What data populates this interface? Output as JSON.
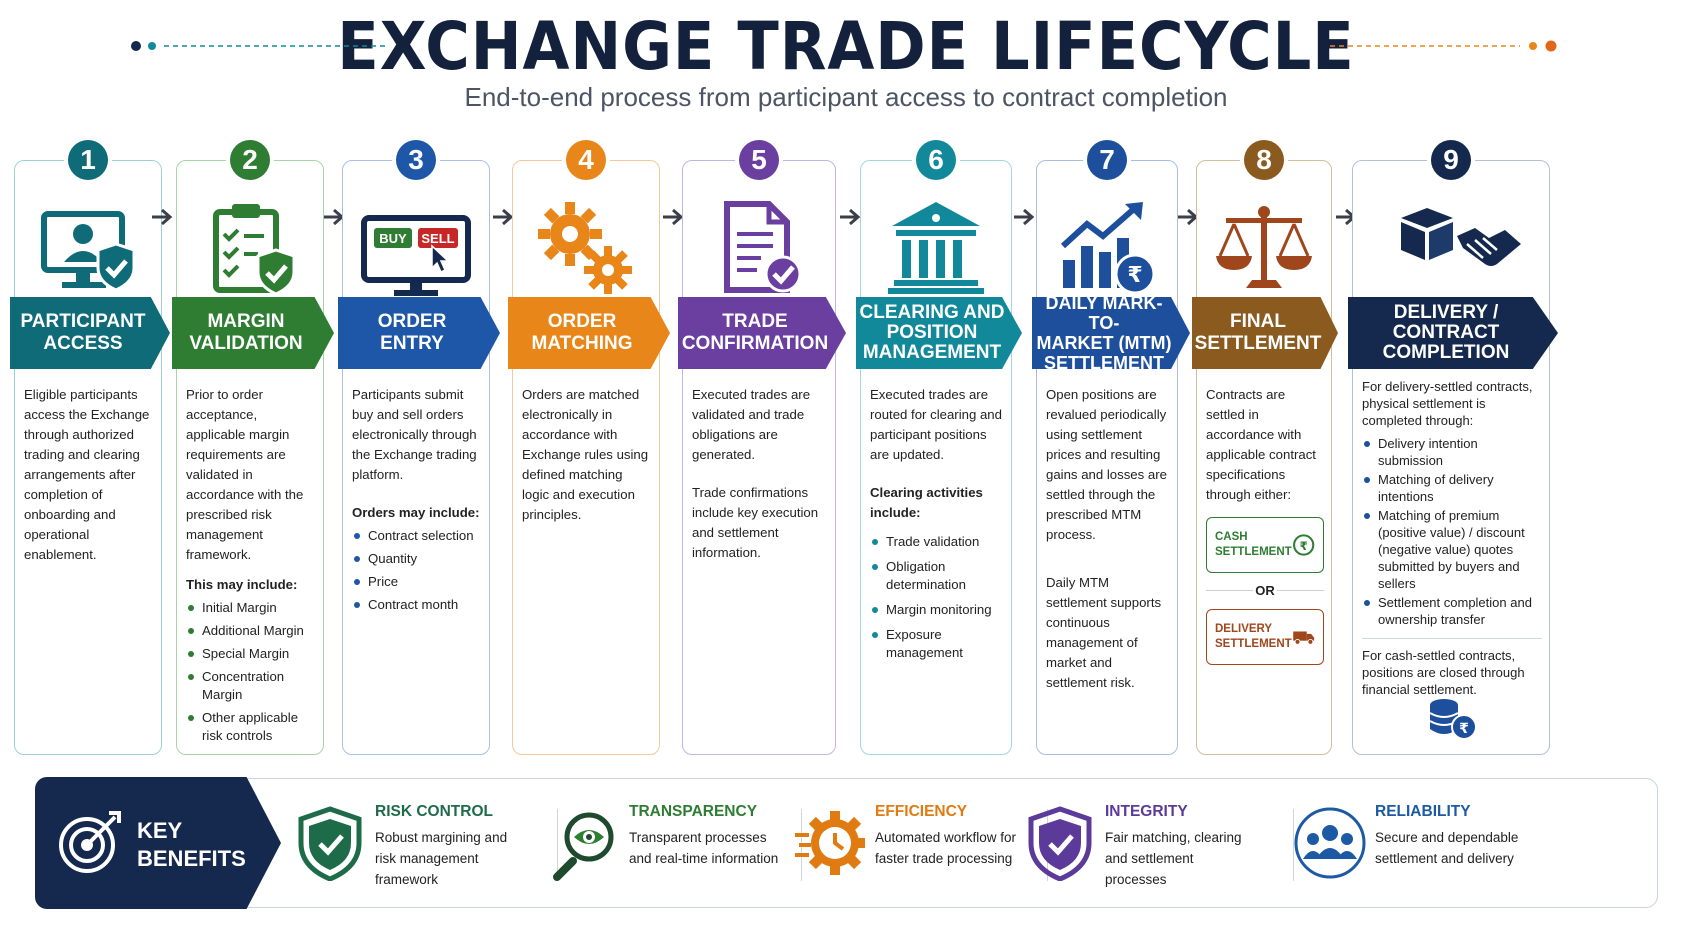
{
  "header": {
    "title": "EXCHANGE TRADE LIFECYCLE",
    "subtitle": "End-to-end process from participant access to contract completion"
  },
  "steps": [
    {
      "num": "1",
      "color": "#0f6b78",
      "icon": "computer-user-shield-icon",
      "title_lines": [
        "PARTICIPANT",
        "ACCESS"
      ],
      "paragraphs": [
        "Eligible participants access the Exchange through authorized trading and clearing arrangements after completion of onboarding and operational enablement."
      ]
    },
    {
      "num": "2",
      "color": "#2e7d32",
      "icon": "clipboard-shield-icon",
      "title_lines": [
        "MARGIN",
        "VALIDATION"
      ],
      "paragraphs": [
        "Prior to order acceptance, applicable margin requirements are validated in accordance with the prescribed risk management framework."
      ],
      "list_heading": "This may include:",
      "bullets": [
        "Initial Margin",
        "Additional Margin",
        "Special Margin",
        "Concentration Margin",
        "Other applicable risk controls"
      ]
    },
    {
      "num": "3",
      "color": "#1e56a8",
      "icon": "buy-sell-screen-icon",
      "icon_labels": {
        "buy": "BUY",
        "sell": "SELL"
      },
      "title_lines": [
        "ORDER",
        "ENTRY"
      ],
      "paragraphs": [
        "Participants submit buy and sell orders electronically through the Exchange trading platform."
      ],
      "list_heading": "Orders may include:",
      "bullets": [
        "Contract selection",
        "Quantity",
        "Price",
        "Contract month"
      ]
    },
    {
      "num": "4",
      "color": "#e8861a",
      "icon": "gears-icon",
      "title_lines": [
        "ORDER",
        "MATCHING"
      ],
      "paragraphs": [
        "Orders are matched electronically in accordance with Exchange rules using defined matching logic and execution principles."
      ]
    },
    {
      "num": "5",
      "color": "#6a3fa0",
      "icon": "document-check-icon",
      "title_lines": [
        "TRADE",
        "CONFIRMATION"
      ],
      "paragraphs": [
        "Executed trades are validated and trade obligations are generated.",
        "Trade confirmations include key execution and settlement information."
      ]
    },
    {
      "num": "6",
      "color": "#12899a",
      "icon": "bank-building-icon",
      "title_lines": [
        "CLEARING AND",
        "POSITION",
        "MANAGEMENT"
      ],
      "paragraphs": [
        "Executed trades are routed for clearing and participant positions are updated."
      ],
      "list_heading": "Clearing activities include:",
      "bullets": [
        "Trade validation",
        "Obligation determination",
        "Margin monitoring",
        "Exposure management"
      ]
    },
    {
      "num": "7",
      "color": "#1d4f9c",
      "icon": "growth-chart-rupee-icon",
      "title_lines": [
        "DAILY MARK-TO-",
        "MARKET (MTM)",
        "SETTLEMENT"
      ],
      "paragraphs": [
        "Open positions are revalued periodically using settlement prices and resulting gains and losses are settled through the prescribed MTM process.",
        "Daily MTM settlement supports continuous management of market and settlement risk."
      ]
    },
    {
      "num": "8",
      "color": "#8a5a1f",
      "icon": "balance-scale-icon",
      "title_lines": [
        "FINAL",
        "SETTLEMENT"
      ],
      "paragraphs": [
        "Contracts are settled in accordance with applicable contract specifications through either:"
      ],
      "options": {
        "cash": [
          "CASH",
          "SETTLEMENT"
        ],
        "or": "OR",
        "delivery": [
          "DELIVERY",
          "SETTLEMENT"
        ]
      },
      "option_colors": {
        "cash": "#2e7d32",
        "delivery": "#a0461c"
      }
    },
    {
      "num": "9",
      "color": "#14294d",
      "icon": "box-handshake-icon",
      "title_lines": [
        "DELIVERY /",
        "CONTRACT",
        "COMPLETION"
      ],
      "paragraphs": [
        "For delivery-settled contracts, physical settlement is completed through:"
      ],
      "bullets": [
        "Delivery intention submission",
        "Matching of delivery intentions",
        "Matching of premium (positive value) / discount (negative value) quotes submitted by buyers and sellers",
        "Settlement completion and ownership transfer"
      ],
      "closing": "For cash-settled contracts, positions are closed through financial settlement."
    }
  ],
  "benefits": {
    "label_lines": [
      "KEY",
      "BENEFITS"
    ],
    "items": [
      {
        "title": "RISK CONTROL",
        "desc": "Robust margining and risk management framework",
        "color": "#1e6b4a",
        "icon": "shield-check-icon"
      },
      {
        "title": "TRANSPARENCY",
        "desc": "Transparent processes and real-time information",
        "color": "#2e7d32",
        "icon": "magnifier-eye-icon"
      },
      {
        "title": "EFFICIENCY",
        "desc": "Automated workflow for faster trade processing",
        "color": "#e07b12",
        "icon": "gear-clock-icon"
      },
      {
        "title": "INTEGRITY",
        "desc": "Fair matching, clearing and settlement processes",
        "color": "#5b3a9a",
        "icon": "purple-shield-check-icon"
      },
      {
        "title": "RELIABILITY",
        "desc": "Secure and dependable settlement and delivery",
        "color": "#1d5aa6",
        "icon": "team-people-icon"
      }
    ]
  }
}
